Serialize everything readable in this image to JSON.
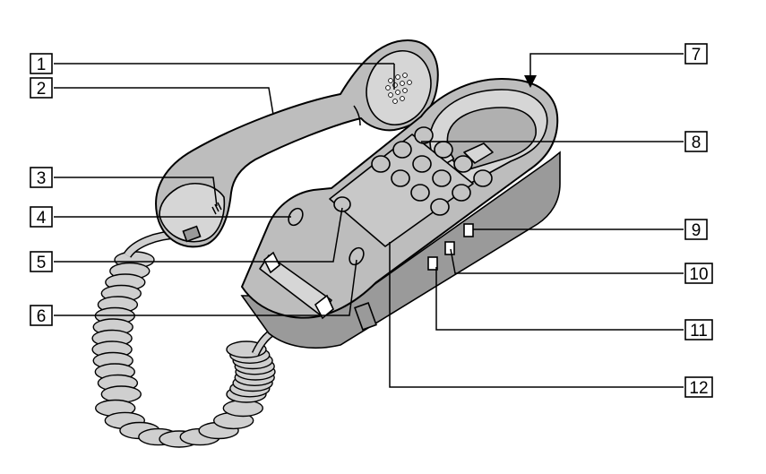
{
  "callouts": {
    "c1": "1",
    "c2": "2",
    "c3": "3",
    "c4": "4",
    "c5": "5",
    "c6": "6",
    "c7": "7",
    "c8": "8",
    "c9": "9",
    "c10": "10",
    "c11": "11",
    "c12": "12"
  },
  "colors": {
    "body": "#bdbdbd",
    "outline": "#000000",
    "background": "#ffffff"
  }
}
